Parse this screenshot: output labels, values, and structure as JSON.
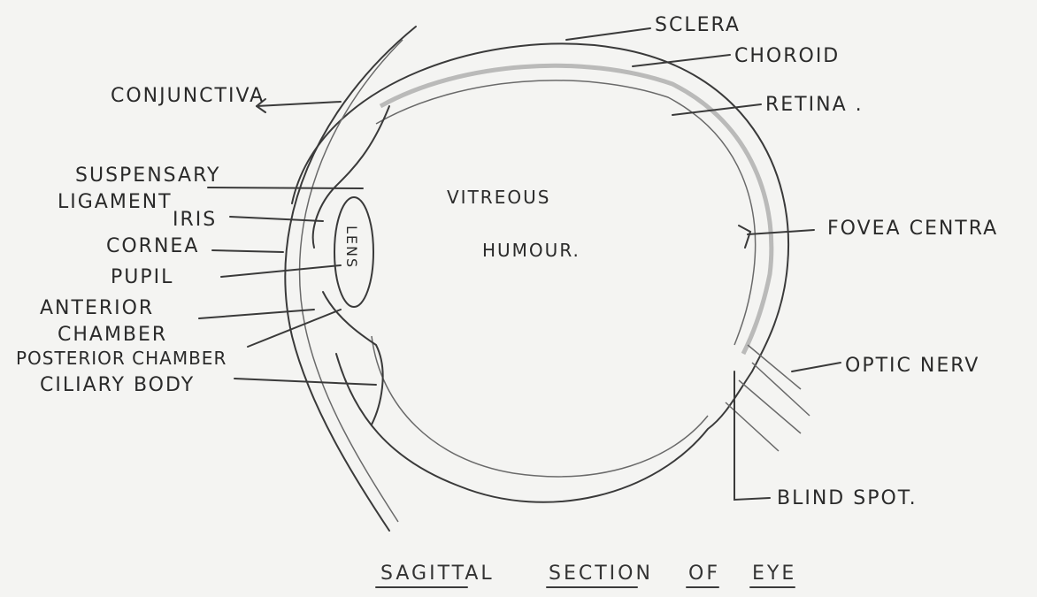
{
  "diagram": {
    "title_words": [
      "SAGITTAL",
      "SECTION",
      "OF",
      "EYE"
    ],
    "inner_labels": {
      "vitreous": "VITREOUS",
      "humour": "HUMOUR.",
      "lens": "LENS"
    },
    "labels": {
      "sclera": "SCLERA",
      "choroid": "CHOROID",
      "retina": "RETINA .",
      "conjunctiva": "CONJUNCTIVA",
      "suspensory_1": "SUSPENSARY",
      "suspensory_2": "LIGAMENT",
      "iris": "IRIS",
      "cornea": "CORNEA",
      "pupil": "PUPIL",
      "anterior_1": "ANTERIOR",
      "anterior_2": "CHAMBER",
      "posterior": "POSTERIOR CHAMBER",
      "ciliary": "CILIARY BODY",
      "fovea": "FOVEA CENTRA",
      "optic": "OPTIC NERV",
      "blind": "BLIND SPOT."
    }
  }
}
